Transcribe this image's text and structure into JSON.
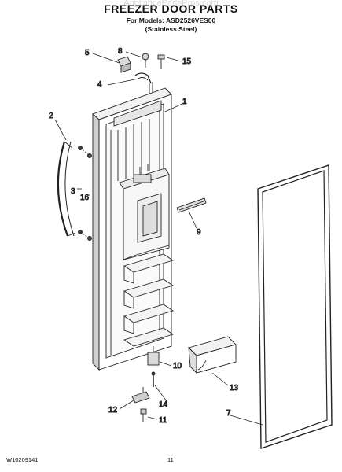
{
  "header": {
    "watermark": "AppliancePartsPros.com",
    "title": "FREEZER DOOR PARTS",
    "models_line": "For Models: ASD2526VES00",
    "finish_line": "(Stainless Steel)"
  },
  "callouts": {
    "c1": "1",
    "c2": "2",
    "c3": "3",
    "c4": "4",
    "c5": "5",
    "c7": "7",
    "c8": "8",
    "c9": "9",
    "c10": "10",
    "c11": "11",
    "c12": "12",
    "c13": "13",
    "c14": "14",
    "c15": "15",
    "c16": "16"
  },
  "footer": {
    "doc_number": "W10209141",
    "page_number": "11"
  }
}
